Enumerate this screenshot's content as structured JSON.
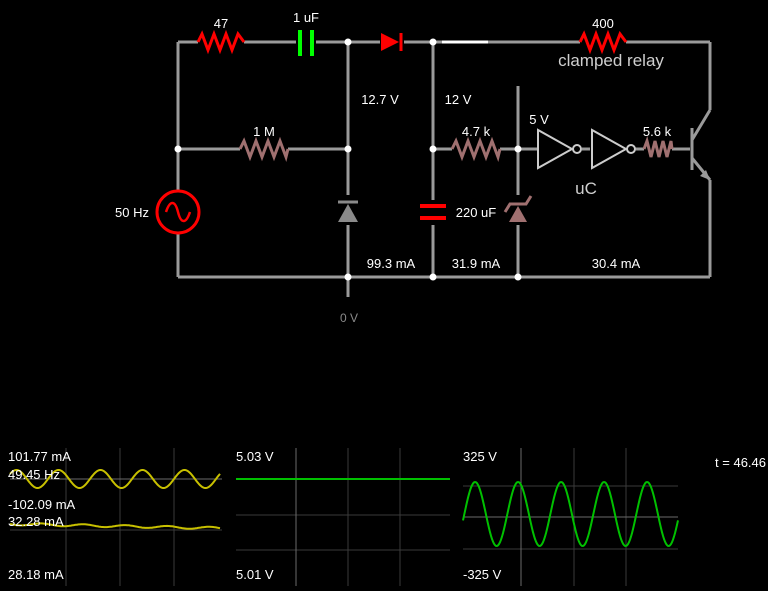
{
  "circuit": {
    "components": {
      "r47": "47",
      "cap1uf": "1 uF",
      "r400": "400",
      "relay": "clamped relay",
      "r1m": "1 M",
      "r47k": "4.7 k",
      "r56k": "5.6 k",
      "src_freq": "50 Hz",
      "cap220": "220 uF",
      "uc": "uC"
    },
    "voltages": {
      "v127": "12.7 V",
      "v12": "12 V",
      "v5": "5 V",
      "v0": "0 V"
    },
    "currents": {
      "i1": "99.3 mA",
      "i2": "31.9 mA",
      "i3": "30.4 mA"
    }
  },
  "scopes": {
    "scope1": {
      "max": "101.77 mA",
      "freq": "49.45 Hz",
      "min": "-102.09 mA",
      "mid": "32.28 mA",
      "bottom": "28.18 mA"
    },
    "scope2": {
      "top": "5.03 V",
      "bottom": "5.01 V"
    },
    "scope3": {
      "top": "325 V",
      "bottom": "-325 V"
    },
    "time": "t = 46.46"
  },
  "colors": {
    "wire": "#9a9a9a",
    "resistor_active": "#ff0000",
    "resistor_idle": "#a07070",
    "capacitor_green": "#00ff00",
    "scope_yellow": "#c8c000",
    "scope_green": "#00c000"
  }
}
